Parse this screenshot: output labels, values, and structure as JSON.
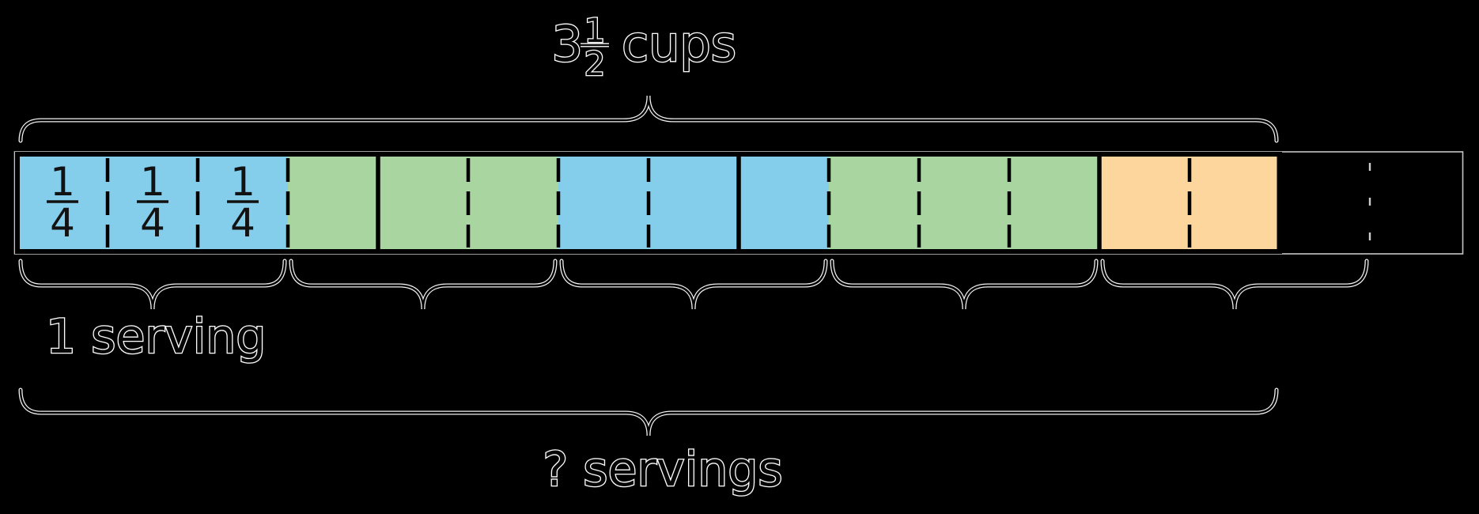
{
  "top_label": {
    "whole": "3",
    "fraction_numerator": "1",
    "fraction_denominator": "2",
    "unit": "cups"
  },
  "cell_fraction": {
    "numerator": "1",
    "denominator": "4"
  },
  "labels": {
    "one_serving": "1 serving",
    "question_servings": "? servings"
  },
  "colors": {
    "blue": "#84CEEC",
    "green": "#A9D5A1",
    "orange": "#FCD69C",
    "line": "#000000",
    "halo": "#FFFFFF",
    "background": "#000000",
    "cell_text": "#121212"
  },
  "tape": {
    "cells": [
      {
        "fill": "blue",
        "labeled": true
      },
      {
        "fill": "blue",
        "labeled": true
      },
      {
        "fill": "blue",
        "labeled": true
      },
      {
        "fill": "green",
        "labeled": false
      },
      {
        "fill": "green",
        "labeled": false
      },
      {
        "fill": "green",
        "labeled": false
      },
      {
        "fill": "blue",
        "labeled": false
      },
      {
        "fill": "blue",
        "labeled": false
      },
      {
        "fill": "blue",
        "labeled": false
      },
      {
        "fill": "green",
        "labeled": false
      },
      {
        "fill": "green",
        "labeled": false
      },
      {
        "fill": "green",
        "labeled": false
      },
      {
        "fill": "orange",
        "labeled": false
      },
      {
        "fill": "orange",
        "labeled": false
      },
      {
        "fill": "empty",
        "labeled": false
      },
      {
        "fill": "empty",
        "labeled": false
      }
    ],
    "filled_cell_count": 14,
    "empty_cell_count": 2,
    "solid_cup_boundaries_after_cell": [
      4,
      8,
      12
    ],
    "colored_region_ends_after_cell": 14
  },
  "braces": {
    "serving_brace_count": 5,
    "cells_per_serving": 3
  }
}
